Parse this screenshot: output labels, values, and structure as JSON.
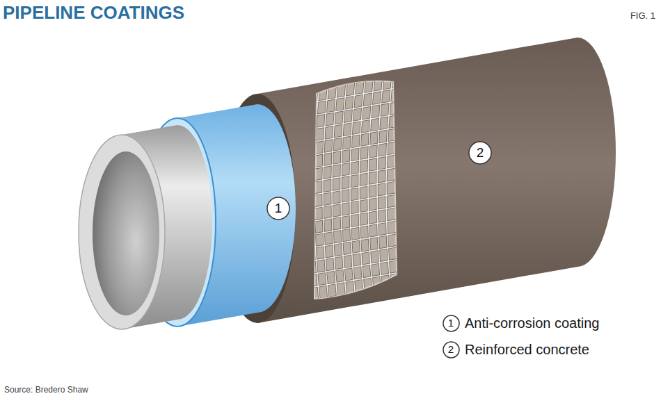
{
  "diagram": {
    "title": "PIPELINE COATINGS",
    "nodes": [
      {
        "text": [
          "1"
        ]
      },
      {
        "text": [
          "2"
        ]
      },
      {
        "text": [
          "1"
        ]
      },
      {
        "text": [
          "2"
        ]
      }
    ],
    "edges": [],
    "labels": [
      "FIG. 1",
      "Source: Bredero Shaw"
    ],
    "legend": [
      {
        "text": "Anti-corrosion coating"
      },
      {
        "text": "Reinforced concrete"
      }
    ]
  }
}
